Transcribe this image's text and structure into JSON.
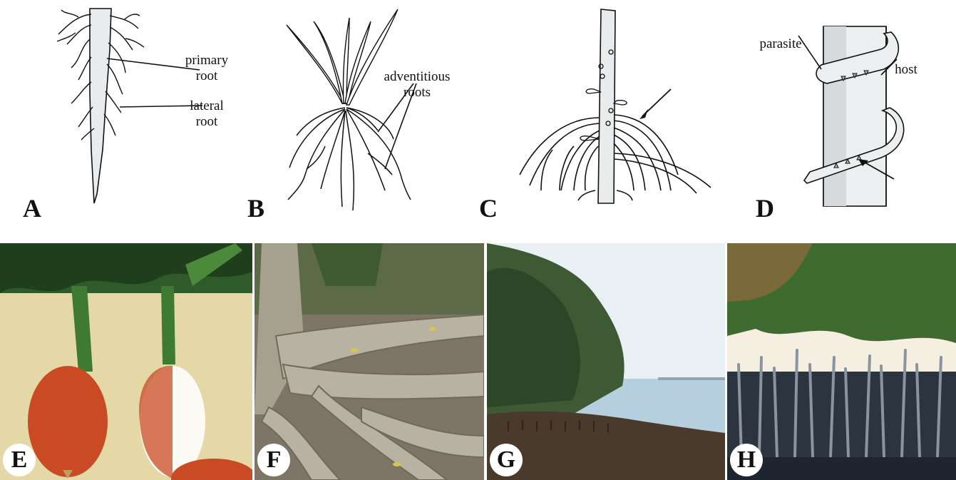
{
  "panels": {
    "a": {
      "letter": "A",
      "label_primary": "primary\nroot",
      "label_lateral": "lateral\nroot"
    },
    "b": {
      "letter": "B",
      "label_adventitious": "adventitious\nroots"
    },
    "c": {
      "letter": "C"
    },
    "d": {
      "letter": "D",
      "label_parasite": "parasite",
      "label_host": "host"
    }
  },
  "photos": [
    {
      "letter": "E"
    },
    {
      "letter": "F"
    },
    {
      "letter": "G"
    },
    {
      "letter": "H"
    }
  ]
}
